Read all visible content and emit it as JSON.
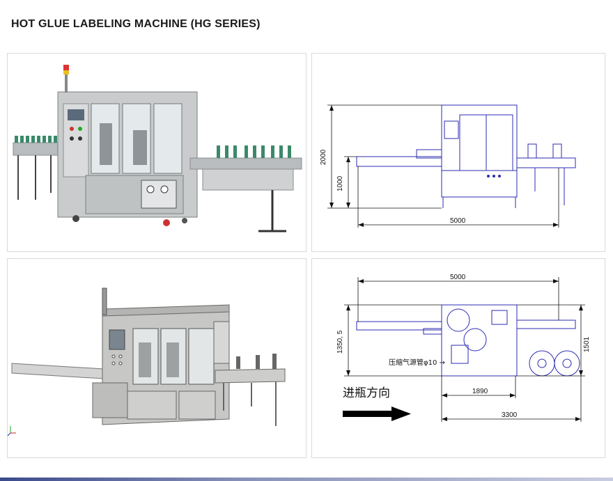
{
  "page": {
    "title": "HOT GLUE LABELING MACHINE (HG SERIES)"
  },
  "side_view": {
    "dim_height_total": "2000",
    "dim_height_table": "1000",
    "dim_length": "5000"
  },
  "top_view": {
    "dim_length_top": "5000",
    "dim_depth": "1350, 5",
    "dim_width": "1501",
    "air_note": "压缩气源管φ10 →",
    "dim_machine": "1890",
    "dim_overall": "3300",
    "direction_label": "进瓶方向"
  },
  "colors": {
    "drawing_blue": "#2b2bb0",
    "dimension_black": "#111111",
    "accent_bar": "#3b4a8c"
  }
}
